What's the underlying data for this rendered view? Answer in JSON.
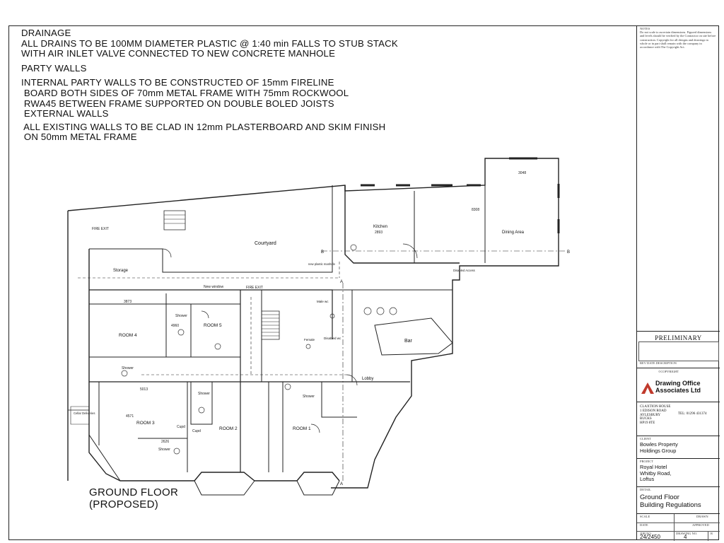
{
  "notes": {
    "drainage_heading": "DRAINAGE",
    "drainage_line1": "ALL DRAINS TO BE 100MM DIAMETER PLASTIC @ 1:40 min FALLS TO STUB STACK",
    "drainage_line2": "WITH AIR INLET VALVE CONNECTED TO NEW CONCRETE MANHOLE",
    "party_heading": "PARTY WALLS",
    "party_line1": "INTERNAL PARTY WALLS TO BE CONSTRUCTED OF 15mm FIRELINE",
    "party_line2": " BOARD BOTH SIDES OF 70mm METAL FRAME WITH 75mm ROCKWOOL",
    "party_line3": " RWA45 BETWEEN FRAME SUPPORTED ON DOUBLE BOLED JOISTS",
    "external_heading": " EXTERNAL WALLS",
    "external_line1": " ALL EXISTING WALLS TO BE CLAD IN 12mm PLASTERBOARD AND SKIM FINISH",
    "external_line2": " ON 50mm METAL FRAME"
  },
  "plan": {
    "title_line1": "GROUND FLOOR",
    "title_line2": "(PROPOSED)",
    "rooms": {
      "courtyard": "Courtyard",
      "kitchen": "Kitchen",
      "dining": "Dining Area",
      "storage": "Storage",
      "room4": "ROOM 4",
      "room5": "ROOM 5",
      "room3": "ROOM 3",
      "room2": "ROOM 2",
      "room1": "ROOM 1",
      "bar": "Bar",
      "lobby": "Lobby",
      "male_wc": "Male wc",
      "female": "Female",
      "disabled_wc": "Disabled wc"
    },
    "labels": {
      "fire_exit_1": "FIRE EXIT",
      "fire_exit_2": "FIRE EXIT",
      "new_window": "New window",
      "shower": "Shower",
      "cupd": "Cupd",
      "cellar": "Cellar Deliveries",
      "new_manhole": "new plastic manhole",
      "disabled_access": "Disabled Access"
    },
    "dims": {
      "d3873": "3873",
      "d3048": "3048",
      "d8308": "8308",
      "d5013": "5013",
      "d4571": "4571",
      "d2626": "2626",
      "d2893": "2893",
      "d4960": "4960"
    },
    "markers": {
      "a": "A",
      "b": "B"
    }
  },
  "titleblock": {
    "notes_heading": "NOTES",
    "notes_body": "Do not scale to ascertain dimensions. Figured dimensions and levels should be verified by the Contractor on site before construction. Copyright for all designs and drawings in whole or in part shall remain with the company in accordance with The Copyright Act.",
    "status": "PRELIMINARY",
    "rev_headers": "REV DATE DESCRIPTION",
    "copyright": "©COPYRIGHT",
    "company_line1": "Drawing Office",
    "company_line2": "Associates Ltd",
    "address_line1": "CLAXTION HOUSE",
    "address_line2": "1 EDISON ROAD",
    "address_line3": "AYLESBURY",
    "address_line4": "BUCKS",
    "address_line5": "HP19 8TE",
    "tel": "TEL: 01296 431374",
    "client_label": "CLIENT",
    "client_line1": "Bowles Property",
    "client_line2": "Holdings Group",
    "project_label": "PROJECT",
    "project_line1": "Royal Hotel",
    "project_line2": "Whitby Road,",
    "project_line3": "Loftus",
    "detail_label": "DETAIL",
    "detail_line1": "Ground Floor",
    "detail_line2": "Building Regulations",
    "scale_label": "SCALE",
    "drawn_label": "DRAWN",
    "date_label": "DATE",
    "approved_label": "APPROVED",
    "job_label": "JOB NO.",
    "drawing_label": "DRAWING NO.",
    "rev_label": "R",
    "job_no": "24/2450",
    "drawing_no": "4"
  }
}
